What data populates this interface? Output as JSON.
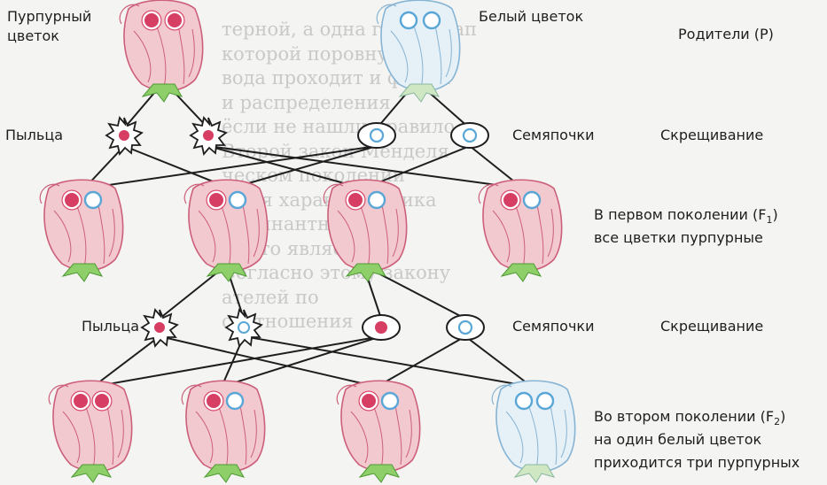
{
  "background_text": [
    "терной, а одна гибриднап",
    "которой поровну",
    "вода проходит и форма",
    "и распределения",
    "ёсли не нашли правило",
    "Второй закон Менделя",
    "ческом поколении",
    "бщая характеристика",
    "доминантных сог",
    "3. Что являет у ёё",
    "Согласно этому закону",
    "ателей по",
    "соотношения"
  ],
  "labels": {
    "purple_flower": "Пурпурный\nцветок",
    "white_flower": "Белый цветок",
    "parents": "Родители (P)",
    "pollen_1": "Пыльца",
    "ovules_1": "Семяпочки",
    "crossing_1": "Скрещивание",
    "f1_line1": "В первом поколении (F",
    "f1_sub": "1",
    "f1_tail": ")",
    "f1_line2": "все цветки пурпурные",
    "pollen_2": "Пыльца",
    "ovules_2": "Семяпочки",
    "crossing_2": "Скрещивание",
    "f2_line1": "Во втором поколении (F",
    "f2_sub": "2",
    "f2_tail": ")",
    "f2_line2": "на один белый цветок",
    "f2_line3": "приходится три пурпурных"
  },
  "colors": {
    "purple_flower": "#f3c9d0",
    "purple_outline": "#cc5f7a",
    "white_flower": "#e6f0f7",
    "white_outline": "#86b4d4",
    "dominant_allele": "#d63e63",
    "recessive_allele": "#5aa6d6",
    "leaf": "#8fcf6a",
    "line": "#1e1e1e"
  }
}
